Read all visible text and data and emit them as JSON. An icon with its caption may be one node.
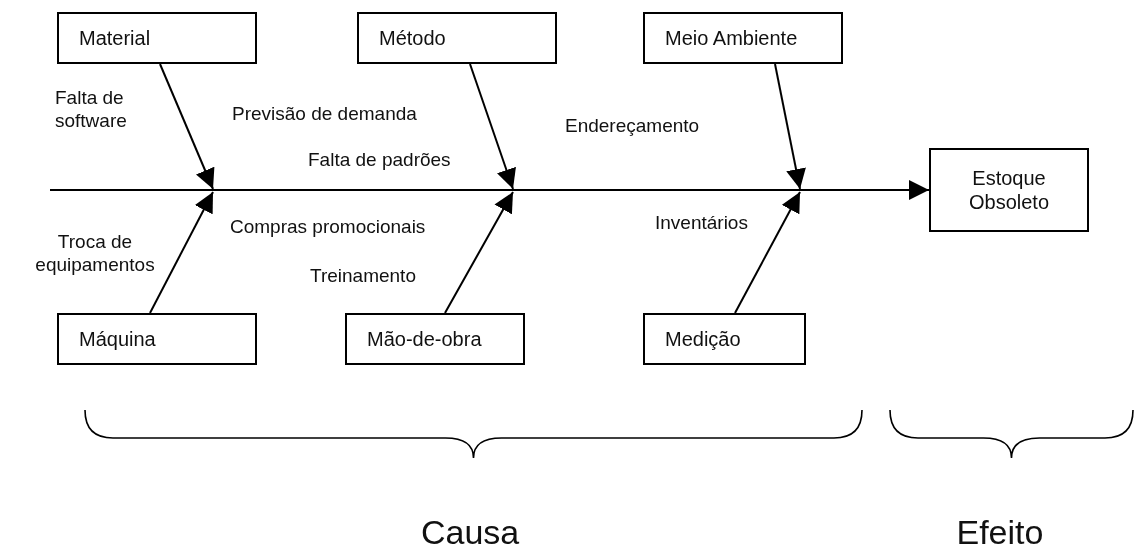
{
  "diagram": {
    "nodes": [
      {
        "text": [
          "Material"
        ]
      },
      {
        "text": [
          "Método"
        ]
      },
      {
        "text": [
          "Meio Ambiente"
        ]
      },
      {
        "text": [
          "Estoque Obsoleto"
        ]
      },
      {
        "text": [
          "Máquina"
        ]
      },
      {
        "text": [
          "Mão-de-obra"
        ]
      },
      {
        "text": [
          "Medição"
        ]
      }
    ],
    "edges": [
      {
        "from": 0,
        "to": null,
        "arrow": "to"
      },
      {
        "from": 1,
        "to": null,
        "arrow": "to"
      },
      {
        "from": 2,
        "to": null,
        "arrow": "to"
      },
      {
        "from": 4,
        "to": null,
        "arrow": "to"
      },
      {
        "from": 5,
        "to": null,
        "arrow": "to"
      },
      {
        "from": 6,
        "to": null,
        "arrow": "to"
      },
      {
        "from": null,
        "to": 3,
        "arrow": "to"
      }
    ],
    "labels": [
      "Falta de software",
      "Previsão de demanda",
      "Endereçamento",
      "Falta de padrões",
      "Compras promocionais",
      "Inventários",
      "Troca de equipamentos",
      "Treinamento",
      "Causa",
      "Efeito"
    ]
  }
}
